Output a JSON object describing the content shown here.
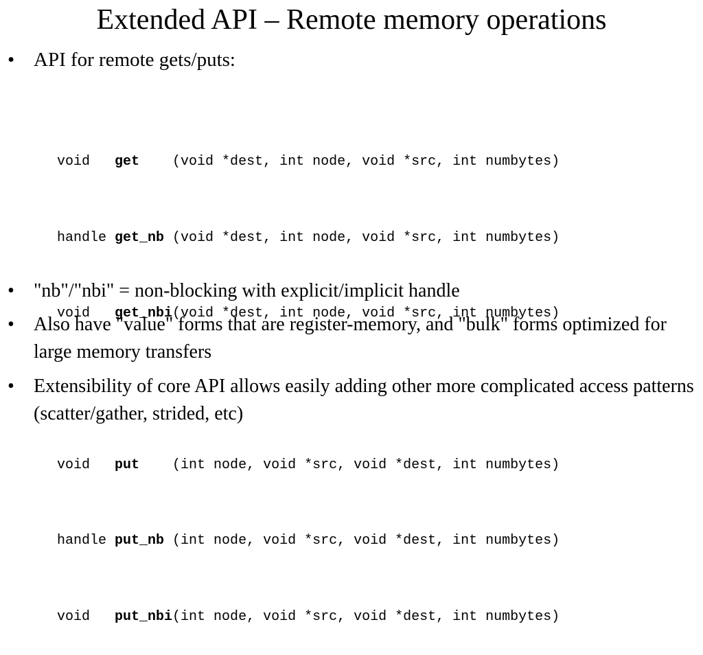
{
  "title": "Extended API – Remote memory operations",
  "bullets": {
    "api_intro": "API for remote gets/puts:",
    "nb_nbi": "\"nb\"/\"nbi\" = non-blocking with explicit/implicit handle",
    "value_forms": "Also have \"value\" forms that are register-memory, and \"bulk\" forms optimized for large memory transfers",
    "extensibility": "Extensibility of core API allows easily adding other more complicated access patterns (scatter/gather, strided, etc)",
    "bullet_glyph": "•"
  },
  "code": {
    "get": {
      "ret": "void   ",
      "fn": "get    ",
      "args": "(void *dest, int node, void *src, int numbytes)"
    },
    "get_nb": {
      "ret": "handle ",
      "fn": "get_nb ",
      "args": "(void *dest, int node, void *src, int numbytes)"
    },
    "get_nbi": {
      "ret": "void   ",
      "fn": "get_nbi",
      "args": "(void *dest, int node, void *src, int numbytes)"
    },
    "put": {
      "ret": "void   ",
      "fn": "put    ",
      "args": "(int node, void *src, void *dest, int numbytes)"
    },
    "put_nb": {
      "ret": "handle ",
      "fn": "put_nb ",
      "args": "(int node, void *src, void *dest, int numbytes)"
    },
    "put_nbi": {
      "ret": "void   ",
      "fn": "put_nbi",
      "args": "(int node, void *src, void *dest, int numbytes)"
    }
  }
}
